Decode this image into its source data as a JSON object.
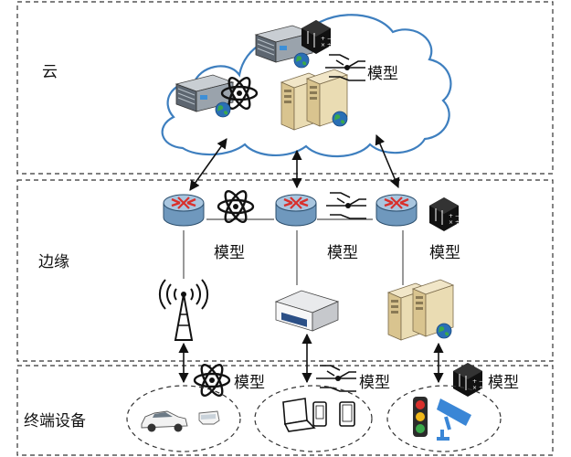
{
  "layers": {
    "cloud": "云",
    "edge": "边缘",
    "terminal": "终端设备"
  },
  "model_label": "模型",
  "colors": {
    "cloud_outline": "#3e7fbf",
    "cloud_fill": "#ffffff",
    "router_red": "#d9302c",
    "router_body": "#7da6c8",
    "dashed_border": "#333333",
    "server_tan": "#e8d8b0",
    "globe_blue": "#2a6fb5",
    "globe_green": "#3aa84a",
    "camera_blue": "#3a86d6"
  },
  "icons": {
    "rack_server": "rack-server-icon",
    "tower_server": "tower-server-icon",
    "atom": "atom-icon",
    "cube_calc": "calculator-cube-icon",
    "switch_model": "switch-model-icon",
    "router": "router-icon",
    "antenna": "antenna-icon",
    "gateway_box": "gateway-box-icon",
    "car": "car-icon",
    "vr_headset": "vr-headset-icon",
    "laptop": "laptop-icon",
    "phone": "phone-icon",
    "tablet": "tablet-icon",
    "traffic_light": "traffic-light-icon",
    "camera": "surveillance-camera-icon"
  }
}
